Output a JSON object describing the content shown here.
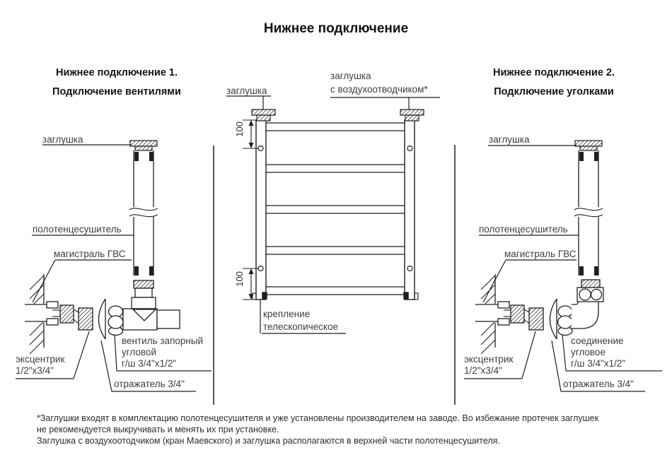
{
  "title": "Нижнее подключение",
  "left_section": {
    "header_line1": "Нижнее подключение 1.",
    "header_line2": "Подключение вентилями",
    "labels": {
      "plug": "заглушка",
      "towel_rail": "полотенцесушитель",
      "hws_main": "магистраль ГВС",
      "eccentric_line1": "эксцентрик",
      "eccentric_line2": "1/2\"х3/4\"",
      "valve_line1": "вентиль запорный",
      "valve_line2": "угловой",
      "valve_line3": "г/ш 3/4\"х1/2\"",
      "reflector": "отражатель 3/4\""
    }
  },
  "center_section": {
    "labels": {
      "plug": "заглушка",
      "air_vent_plug_line1": "заглушка",
      "air_vent_plug_line2": "с воздухоотводчиком*",
      "dim_top": "100",
      "dim_bottom": "100",
      "mount_line1": "крепление",
      "mount_line2": "телескопическое"
    }
  },
  "right_section": {
    "header_line1": "Нижнее подключение 2.",
    "header_line2": "Подключение уголками",
    "labels": {
      "plug": "заглушка",
      "towel_rail": "полотенцесушитель",
      "hws_main": "магистраль ГВС",
      "eccentric_line1": "эксцентрик",
      "eccentric_line2": "1/2\"х3/4\"",
      "elbow_line1": "соединение",
      "elbow_line2": "угловое",
      "elbow_line3": "г/ш 3/4\"х1/2\"",
      "reflector": "отражатель 3/4\""
    }
  },
  "footnotes": {
    "line1": "*Заглушки входят в комплектацию полотенцесушителя и уже установлены производителем на заводе. Во избежание протечек заглушек",
    "line2": "не рекомендуется выкручивать и менять их при установке.",
    "line3": "Заглушка с воздухоотодчиком (кран Маевского) и заглушка располагаются в верхней части полотенцесушителя."
  },
  "colors": {
    "line": "#1f1f1f",
    "text": "#3d3d3d",
    "heading": "#141414",
    "background": "#ffffff"
  }
}
